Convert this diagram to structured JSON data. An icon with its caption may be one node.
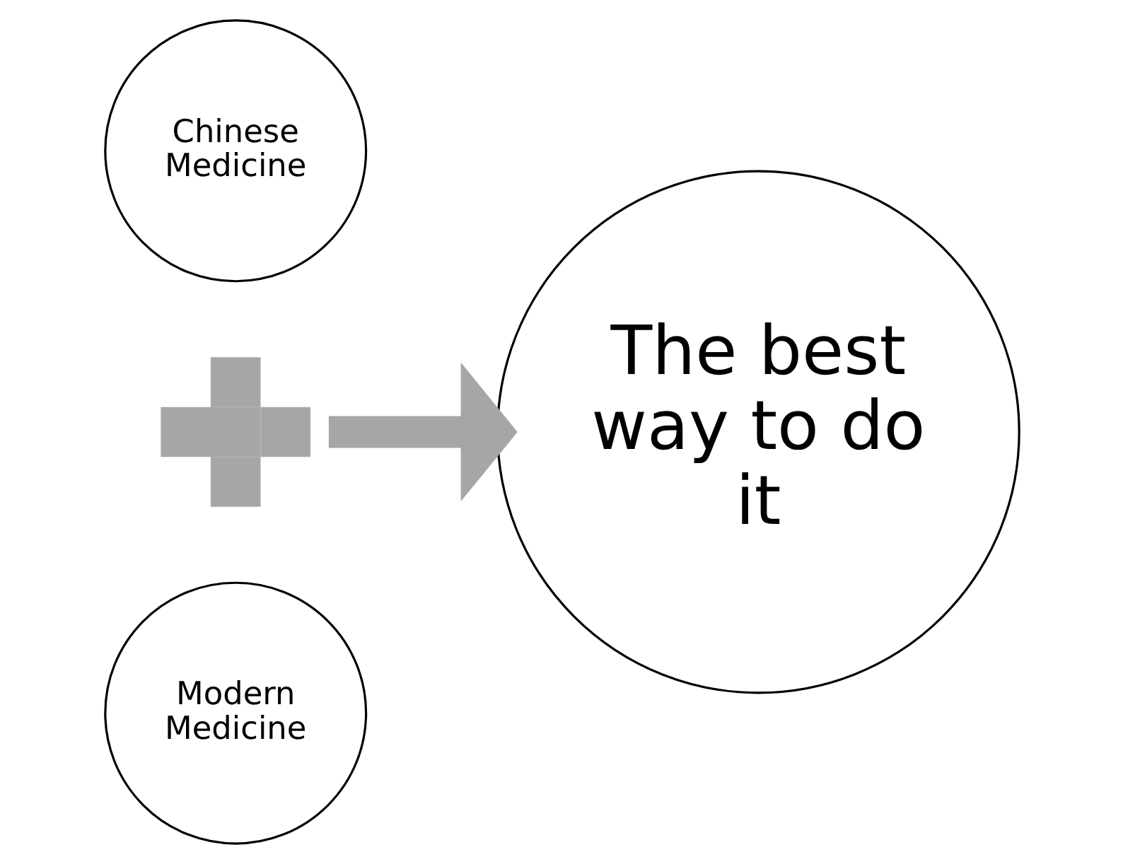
{
  "diagram": {
    "nodes": [
      {
        "text": [
          "Chinese Medicine"
        ]
      },
      {
        "text": [],
        "shape": "plus"
      },
      {
        "text": [
          "Modern Medicine"
        ]
      },
      {
        "text": [
          "The best way to do it"
        ]
      }
    ],
    "edges": [
      {
        "from": 1,
        "to": 3,
        "arrow": "to",
        "color": "#a6a6a6"
      }
    ]
  }
}
